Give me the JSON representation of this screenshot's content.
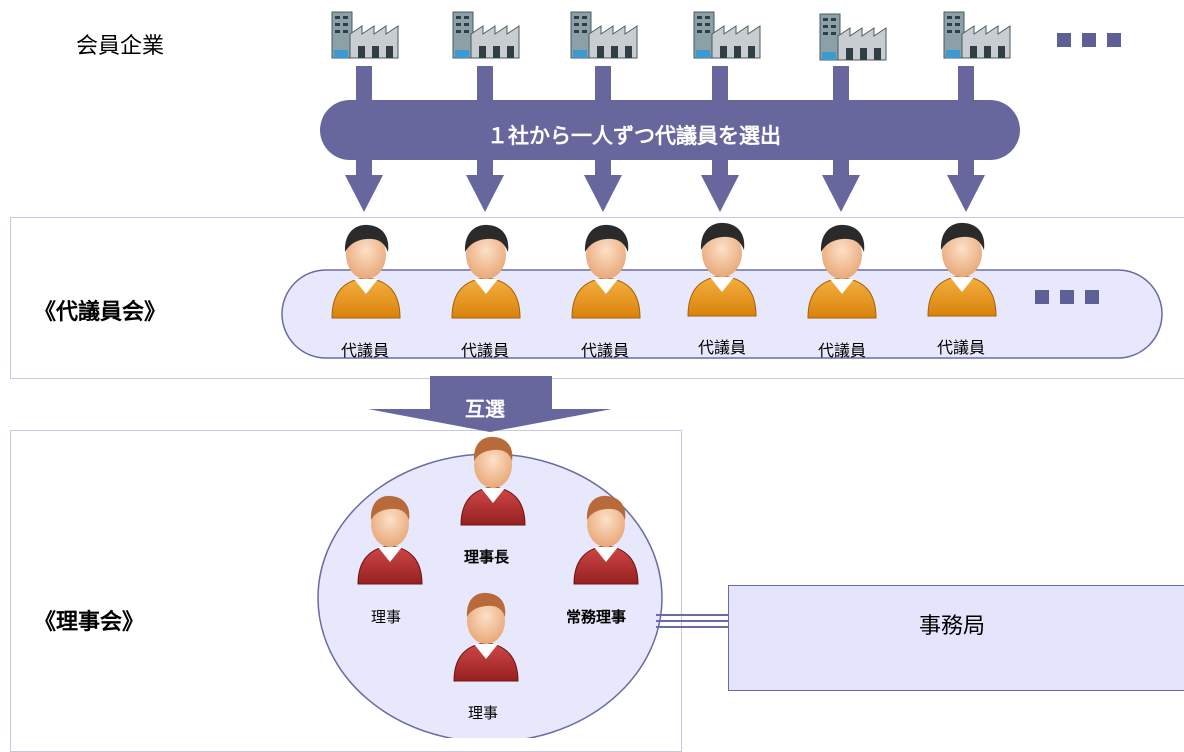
{
  "member_companies": {
    "label": "会員企業",
    "count": 6,
    "icon": "factory-icon"
  },
  "selection_arrow": {
    "text": "１社から一人ずつ代議員を選出"
  },
  "assembly": {
    "label": "《代議員会》",
    "members": [
      "代議員",
      "代議員",
      "代議員",
      "代議員",
      "代議員",
      "代議員"
    ]
  },
  "mutual_election": {
    "text": "互選"
  },
  "board": {
    "label": "《理事会》",
    "chair": "理事長",
    "director_left": "理事",
    "managing_director": "常務理事",
    "director_bottom": "理事"
  },
  "secretariat": {
    "label": "事務局"
  },
  "colors": {
    "arrow": "#67679d",
    "panel": "#e8e8fc",
    "panel_border": "#6a6aa6",
    "assembly_shirt": "#e8920f",
    "board_shirt": "#b52a2a"
  }
}
